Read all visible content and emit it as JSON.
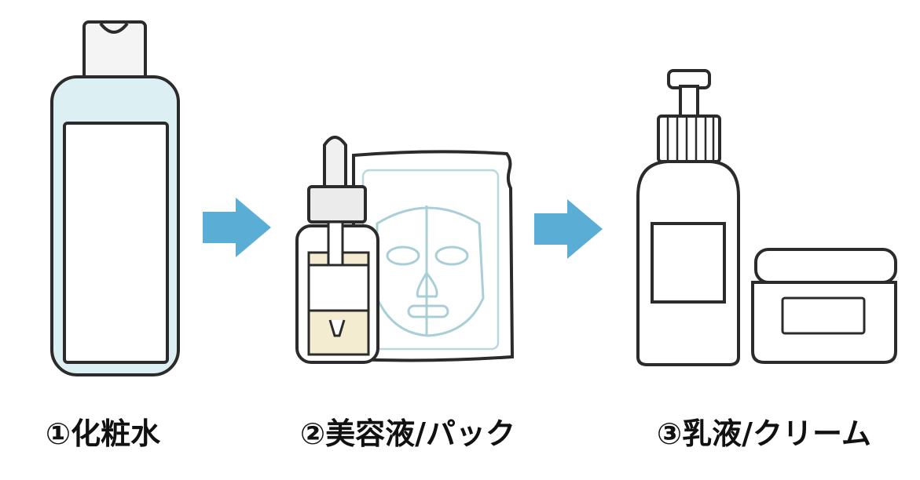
{
  "steps": [
    {
      "label": "①化粧水",
      "item": "toner-bottle"
    },
    {
      "label": "②美容液/パック",
      "item": "serum-and-sheet-mask"
    },
    {
      "label": "③乳液/クリーム",
      "item": "lotion-and-cream-jar"
    }
  ],
  "colors": {
    "arrow": "#5aaed6",
    "toner": "#dcf0f4",
    "serum": "#f4ecd0",
    "mask": "#a9cfd6",
    "outline": "#2b2b2b"
  }
}
